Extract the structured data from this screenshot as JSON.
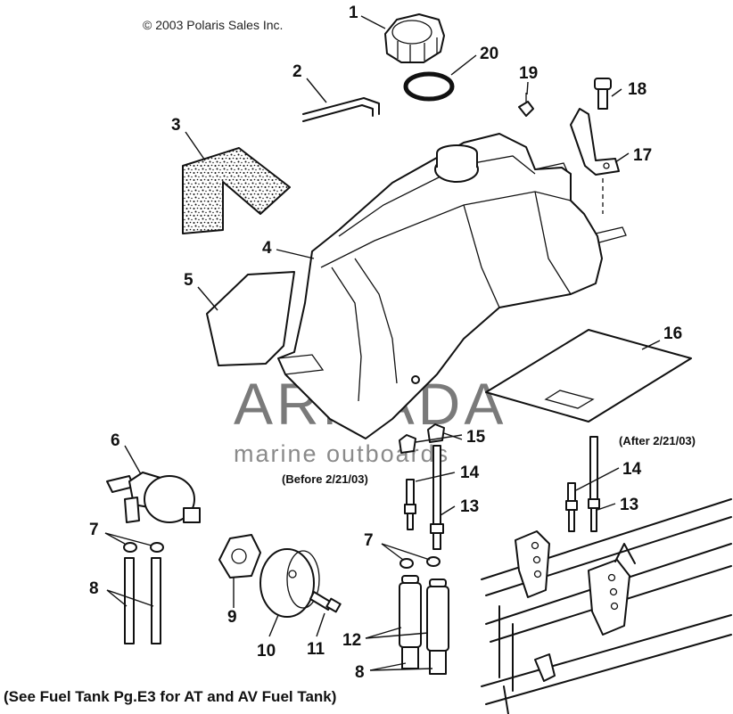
{
  "copyright": "© 2003 Polaris Sales Inc.",
  "watermark": {
    "brand": "ARMADA",
    "tagline": "marine outboards",
    "colors": {
      "prop": "#e27bb3",
      "text": "#7a7a7a"
    }
  },
  "callouts": {
    "c1": "1",
    "c2": "2",
    "c3": "3",
    "c4": "4",
    "c5": "5",
    "c6": "6",
    "c7a": "7",
    "c7b": "7",
    "c8a": "8",
    "c8b": "8",
    "c9": "9",
    "c10": "10",
    "c11": "11",
    "c12": "12",
    "c13a": "13",
    "c13b": "13",
    "c14a": "14",
    "c14b": "14",
    "c15": "15",
    "c16": "16",
    "c17": "17",
    "c18": "18",
    "c19": "19",
    "c20": "20"
  },
  "notes": {
    "before": "(Before 2/21/03)",
    "after": "(After 2/21/03)",
    "footer": "(See Fuel Tank Pg.E3 for AT and AV Fuel Tank)"
  }
}
